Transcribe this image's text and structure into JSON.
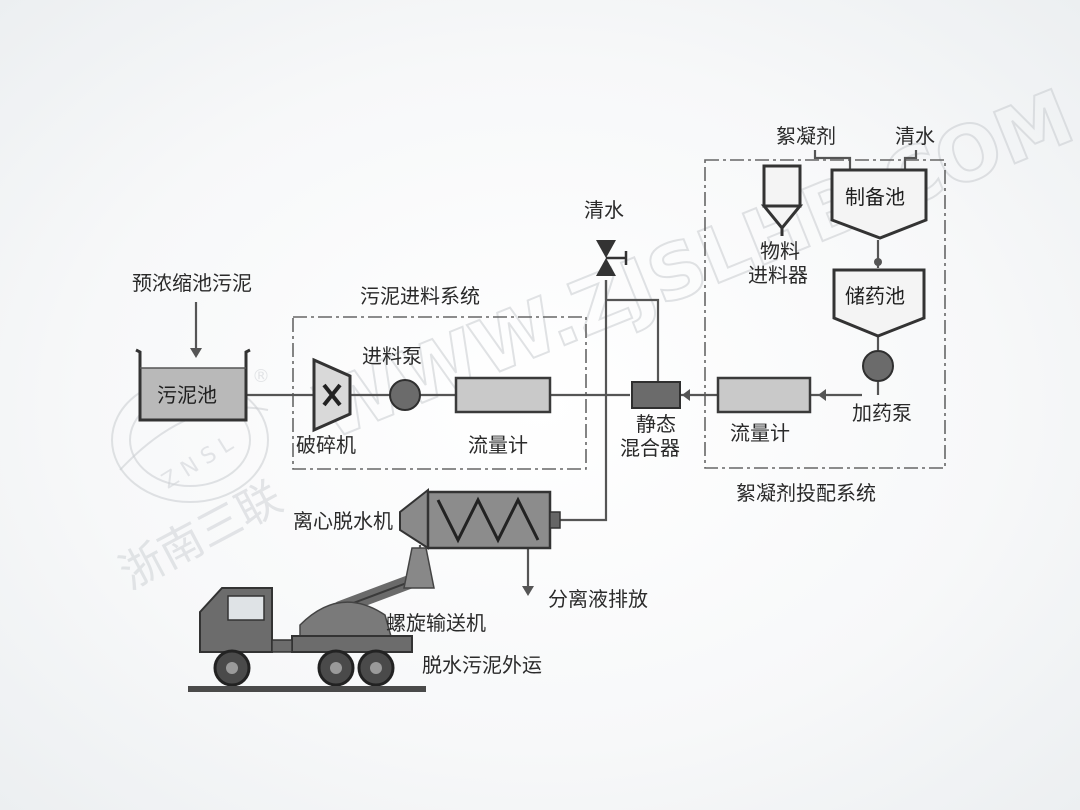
{
  "labels": {
    "pre_thickener_sludge": "预浓缩池污泥",
    "sludge_tank": "污泥池",
    "sludge_feed_system": "污泥进料系统",
    "feed_pump": "进料泵",
    "crusher": "破碎机",
    "flowmeter_left": "流量计",
    "clear_water_top": "清水",
    "static_mixer": "静态\n混合器",
    "flowmeter_right": "流量计",
    "flocculant": "絮凝剂",
    "clear_water_right": "清水",
    "prep_tank": "制备池",
    "material_feeder": "物料\n进料器",
    "storage_tank": "储药池",
    "dosing_pump": "加药泵",
    "flocculant_dosing_system": "絮凝剂投配系统",
    "centrifuge": "离心脱水机",
    "separated_liquid": "分离液排放",
    "screw_conveyor": "螺旋输送机",
    "dewatered_transport": "脱水污泥外运"
  },
  "watermark": {
    "url": "WWW.ZJSLHB.COM",
    "brand_cn": "浙南三联",
    "logo_letters": "Z N S L",
    "registered": "®"
  },
  "colors": {
    "equipment_fill": "#c9c9c9",
    "dark_fill": "#6b6b6b",
    "line": "#555555",
    "watermark": "#c9ccd0"
  }
}
